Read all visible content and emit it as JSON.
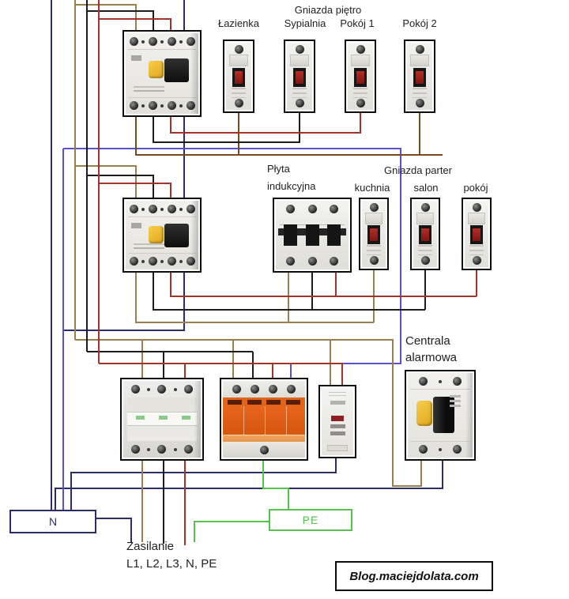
{
  "sections": {
    "floor": {
      "group_label": "Gniazda piętro",
      "circuits": [
        "Łazienka",
        "Sypialnia",
        "Pokój 1",
        "Pokój 2"
      ]
    },
    "ground": {
      "group_label": "Gniazda parter",
      "induction_label_line1": "Płyta",
      "induction_label_line2": "indukcyjna",
      "circuits": [
        "kuchnia",
        "salon",
        "pokój"
      ]
    },
    "incomer": {
      "alarm_label_line1": "Centrala",
      "alarm_label_line2": "alarmowa"
    },
    "supply": {
      "line1": "Zasilanie",
      "line2": "L1, L2, L3, N, PE"
    },
    "busbars": {
      "neutral": "N",
      "protective": "PE"
    },
    "watermark": "Blog.maciejdolata.com"
  },
  "wire_colors": {
    "phase_l1_tan": "#9b7d4e",
    "phase_l2_black": "#1c1c1c",
    "phase_l3_red": "#a03428",
    "neutral_navy": "#2b2d6b",
    "neutral_blue": "#5a50c8",
    "pe_green": "#55c24e",
    "load_brown": "#7a4a1e"
  },
  "devices": [
    {
      "name": "rcd-gniazda-pietro",
      "type": "4-pole RCD"
    },
    {
      "name": "mcb-lazienka",
      "type": "1-pole MCB"
    },
    {
      "name": "mcb-sypialnia",
      "type": "1-pole MCB"
    },
    {
      "name": "mcb-pokoj-1",
      "type": "1-pole MCB"
    },
    {
      "name": "mcb-pokoj-2",
      "type": "1-pole MCB"
    },
    {
      "name": "rcd-gniazda-parter",
      "type": "4-pole RCD"
    },
    {
      "name": "mcb-plyta-indukcyjna",
      "type": "3-pole MCB"
    },
    {
      "name": "mcb-kuchnia",
      "type": "1-pole MCB"
    },
    {
      "name": "mcb-salon",
      "type": "1-pole MCB"
    },
    {
      "name": "mcb-pokoj",
      "type": "1-pole MCB"
    },
    {
      "name": "main-isolator",
      "type": "3-pole isolator switch"
    },
    {
      "name": "surge-protector",
      "type": "surge protection device"
    },
    {
      "name": "phase-indicator",
      "type": "indicator module"
    },
    {
      "name": "rcd-centrala-alarmowa",
      "type": "2-pole RCD"
    }
  ]
}
